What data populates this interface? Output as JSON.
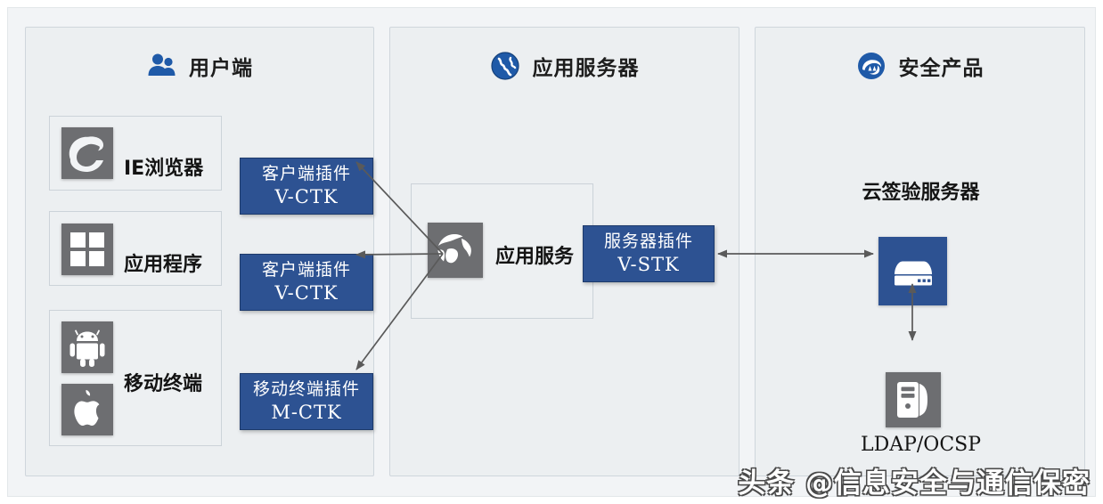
{
  "panels": [
    {
      "id": "client",
      "title": "用户端",
      "icon": "people-icon"
    },
    {
      "id": "app-server",
      "title": "应用服务器",
      "icon": "globe-icon"
    },
    {
      "id": "security-product",
      "title": "安全产品",
      "icon": "swoosh-logo-icon"
    }
  ],
  "client": {
    "rows": [
      {
        "label": "IE浏览器",
        "icons": [
          "internet-explorer-icon"
        ],
        "plugin": {
          "line1": "客户端插件",
          "line2": "V-CTK"
        }
      },
      {
        "label": "应用程序",
        "icons": [
          "windows-app-icon"
        ],
        "plugin": {
          "line1": "客户端插件",
          "line2": "V-CTK"
        }
      },
      {
        "label": "移动终端",
        "icons": [
          "android-icon",
          "apple-icon"
        ],
        "plugin": {
          "line1": "移动终端插件",
          "line2": "M-CTK"
        }
      }
    ]
  },
  "app_server": {
    "service": {
      "label": "应用服务",
      "icon": "world-globe-icon"
    },
    "plugin": {
      "line1": "服务器插件",
      "line2": "V-STK"
    }
  },
  "security_product": {
    "cloud_server": {
      "label": "云签验服务器",
      "icon": "server-appliance-icon"
    },
    "directory": {
      "label": "LDAP/OCSP",
      "icon": "tower-server-icon"
    }
  },
  "colors": {
    "plugin_blue": "#2d5292",
    "icon_gray": "#6d6e71",
    "panel_bg": "#eceff1",
    "page_bg": "#f2f4f6",
    "brand_blue": "#1f5aa8"
  },
  "watermark": {
    "text": "头条 @信息安全与通信保密"
  }
}
